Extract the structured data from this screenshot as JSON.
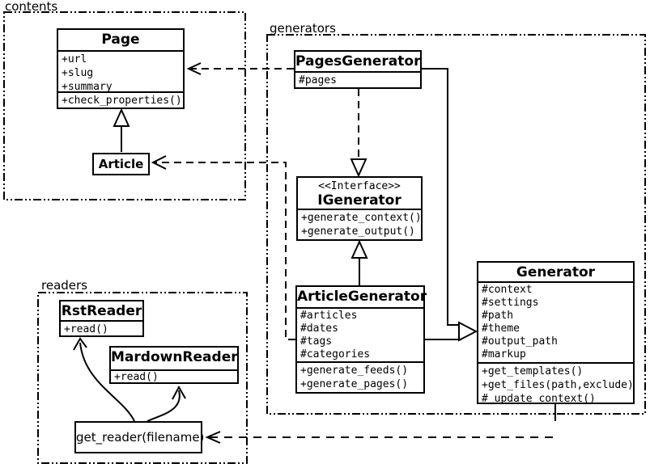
{
  "colors": {
    "ink": "#000000",
    "paper": "#ffffff"
  },
  "packages": {
    "contents": {
      "label": "contents"
    },
    "generators": {
      "label": "generators"
    },
    "readers": {
      "label": "readers"
    }
  },
  "classes": {
    "page": {
      "title": "Page",
      "attributes": [
        "+url",
        "+slug",
        "+summary"
      ],
      "methods": [
        "+check_properties()"
      ]
    },
    "article": {
      "title": "Article"
    },
    "pages_generator": {
      "title": "PagesGenerator",
      "attributes": [
        "#pages"
      ]
    },
    "igenerator": {
      "stereotype": "<<Interface>>",
      "title": "IGenerator",
      "methods": [
        "+generate_context()",
        "+generate_output()"
      ]
    },
    "article_generator": {
      "title": "ArticleGenerator",
      "attributes": [
        "#articles",
        "#dates",
        "#tags",
        "#categories"
      ],
      "methods": [
        "+generate_feeds()",
        "+generate_pages()"
      ]
    },
    "generator": {
      "title": "Generator",
      "attributes": [
        "#context",
        "#settings",
        "#path",
        "#theme",
        "#output_path",
        "#markup"
      ],
      "methods": [
        "+get_templates()",
        "+get_files(path,exclude)",
        "#_update_context()"
      ]
    },
    "rst_reader": {
      "title": "RstReader",
      "methods": [
        "+read()"
      ]
    },
    "mardown_reader": {
      "title": "MardownReader",
      "methods": [
        "+read()"
      ]
    },
    "get_reader": {
      "label": "get_reader(filename)"
    }
  }
}
